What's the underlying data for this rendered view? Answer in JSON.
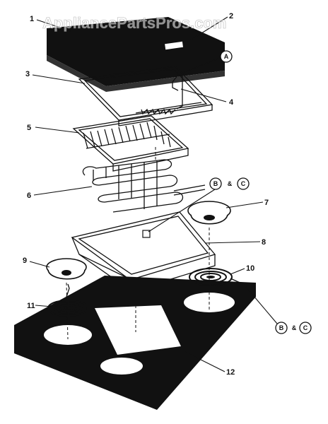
{
  "watermark": "AppliancePartsPros.com",
  "callouts": {
    "p1": "1",
    "p2": "2",
    "p3": "3",
    "p4": "4",
    "p5": "5",
    "p6": "6",
    "p7": "7",
    "p8": "8",
    "p9": "9",
    "p10": "10",
    "p11": "11",
    "p12": "12"
  },
  "circle_labels": {
    "a": "A",
    "b": "B",
    "c": "C",
    "amp": "&"
  }
}
